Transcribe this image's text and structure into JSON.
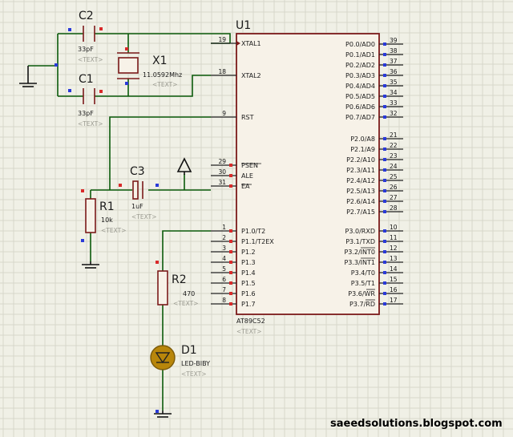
{
  "chip": {
    "ref": "U1",
    "part": "AT89C52",
    "text": "<TEXT>",
    "left_pins": [
      {
        "num": "19",
        "name": "XTAL1"
      },
      {
        "num": "18",
        "name": "XTAL2"
      },
      {
        "num": "9",
        "name": "RST"
      },
      {
        "num": "29",
        "name": "PSEN"
      },
      {
        "num": "30",
        "name": "ALE"
      },
      {
        "num": "31",
        "name": "EA"
      },
      {
        "num": "1",
        "name": "P1.0/T2"
      },
      {
        "num": "2",
        "name": "P1.1/T2EX"
      },
      {
        "num": "3",
        "name": "P1.2"
      },
      {
        "num": "4",
        "name": "P1.3"
      },
      {
        "num": "5",
        "name": "P1.4"
      },
      {
        "num": "6",
        "name": "P1.5"
      },
      {
        "num": "7",
        "name": "P1.6"
      },
      {
        "num": "8",
        "name": "P1.7"
      }
    ],
    "right_pins": [
      {
        "num": "39",
        "name": "P0.0/AD0"
      },
      {
        "num": "38",
        "name": "P0.1/AD1"
      },
      {
        "num": "37",
        "name": "P0.2/AD2"
      },
      {
        "num": "36",
        "name": "P0.3/AD3"
      },
      {
        "num": "35",
        "name": "P0.4/AD4"
      },
      {
        "num": "34",
        "name": "P0.5/AD5"
      },
      {
        "num": "33",
        "name": "P0.6/AD6"
      },
      {
        "num": "32",
        "name": "P0.7/AD7"
      },
      {
        "num": "21",
        "name": "P2.0/A8"
      },
      {
        "num": "22",
        "name": "P2.1/A9"
      },
      {
        "num": "23",
        "name": "P2.2/A10"
      },
      {
        "num": "24",
        "name": "P2.3/A11"
      },
      {
        "num": "25",
        "name": "P2.4/A12"
      },
      {
        "num": "26",
        "name": "P2.5/A13"
      },
      {
        "num": "27",
        "name": "P2.6/A14"
      },
      {
        "num": "28",
        "name": "P2.7/A15"
      },
      {
        "num": "10",
        "name": "P3.0/RXD"
      },
      {
        "num": "11",
        "name": "P3.1/TXD"
      },
      {
        "num": "12",
        "name": "P3.2/INT0"
      },
      {
        "num": "13",
        "name": "P3.3/INT1"
      },
      {
        "num": "14",
        "name": "P3.4/T0"
      },
      {
        "num": "15",
        "name": "P3.5/T1"
      },
      {
        "num": "16",
        "name": "P3.6/WR"
      },
      {
        "num": "17",
        "name": "P3.7/RD"
      }
    ]
  },
  "components": {
    "c2": {
      "ref": "C2",
      "value": "33pF",
      "text": "<TEXT>"
    },
    "c1": {
      "ref": "C1",
      "value": "33pF",
      "text": "<TEXT>"
    },
    "x1": {
      "ref": "X1",
      "value": "11.0592Mhz",
      "text": "<TEXT>"
    },
    "c3": {
      "ref": "C3",
      "value": "1uF",
      "text": "<TEXT>"
    },
    "r1": {
      "ref": "R1",
      "value": "10k",
      "text": "<TEXT>"
    },
    "r2": {
      "ref": "R2",
      "value": "470",
      "text": "<TEXT>"
    },
    "d1": {
      "ref": "D1",
      "value": "LED-BIBY",
      "text": "<TEXT>"
    }
  },
  "colors": {
    "wire": "#0a5a0a",
    "component": "#7b1a1a",
    "marker_blue": "#2a3ad8",
    "marker_red": "#d82a2a",
    "led": "#b8860b",
    "background": "#f0f0e6"
  },
  "watermark": "saeedsolutions.blogspot.com"
}
